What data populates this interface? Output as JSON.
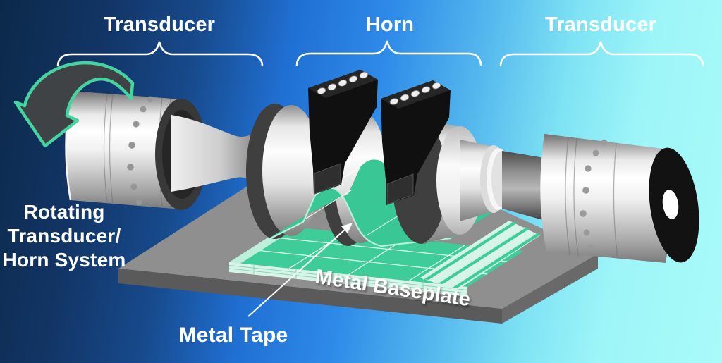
{
  "labels": {
    "transducer_left": "Transducer",
    "horn": "Horn",
    "transducer_right": "Transducer",
    "rotating_line1": "Rotating",
    "rotating_line2": "Transducer/",
    "rotating_line3": "Horn System",
    "metal_tape": "Metal Tape",
    "metal_baseplate": "Metal Baseplate"
  },
  "icons": {
    "rotation_arrow": "curved-rotation-arrow"
  },
  "colors": {
    "background_left": "#0c2949",
    "background_mid": "#2e8ae8",
    "background_right": "#a9fbf9",
    "tape_green": "#3ecd99",
    "tape_light_edge": "#b9efd9",
    "baseplate_gray": "#8f8f8f",
    "metal_highlight": "#f8f8f8",
    "metal_shadow": "#3a3a3a",
    "bracket_black": "#141414",
    "arrow_outline_green": "#45d4a0",
    "label_white": "#ffffff"
  }
}
